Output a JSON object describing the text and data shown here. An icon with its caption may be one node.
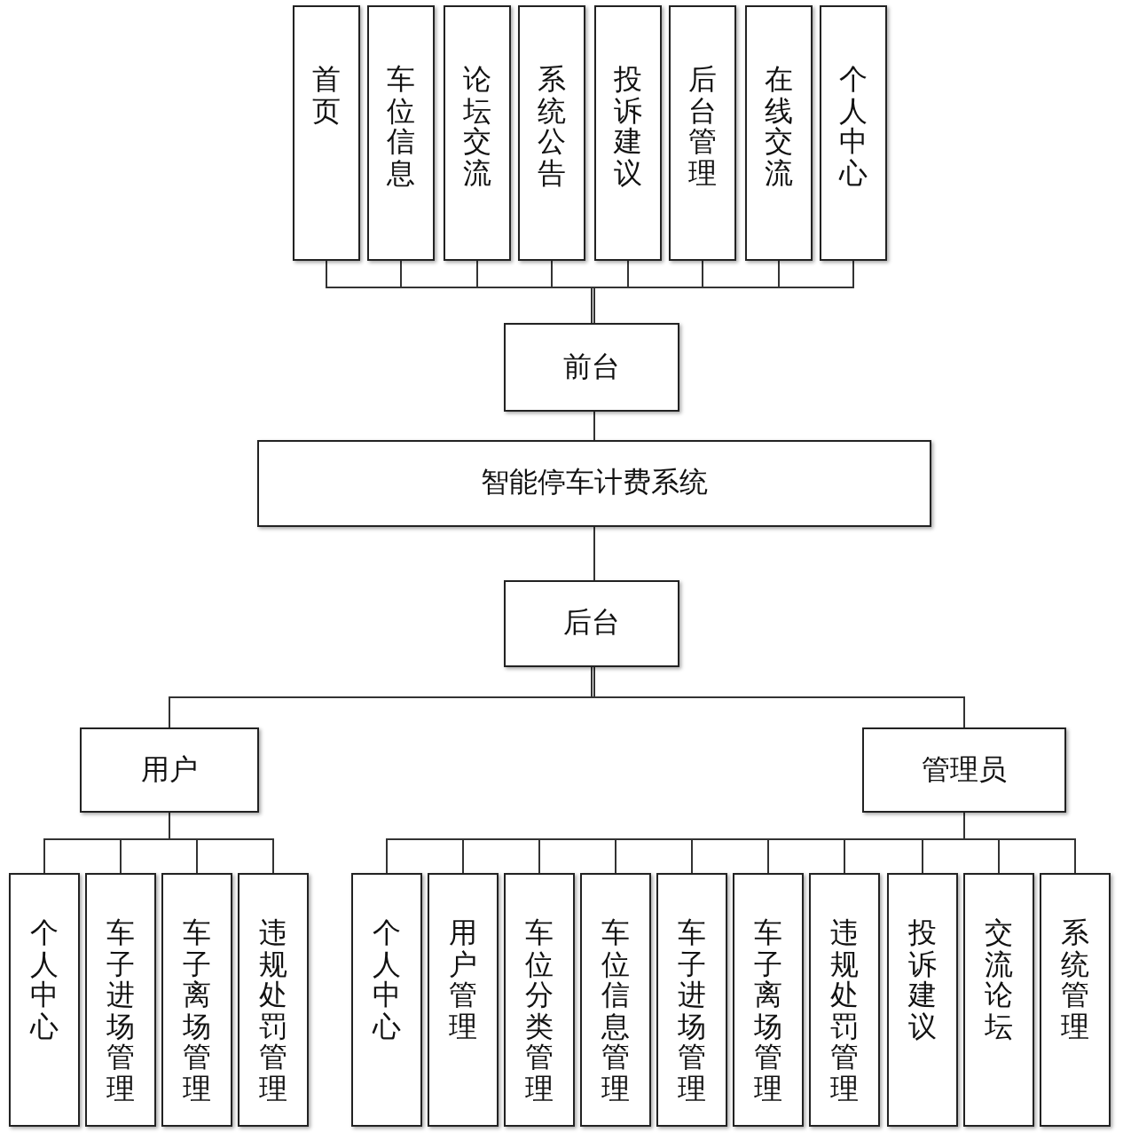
{
  "diagram": {
    "nodes": [
      {
        "text": [
          "首页"
        ]
      },
      {
        "text": [
          "车位信息"
        ]
      },
      {
        "text": [
          "论坛交流"
        ]
      },
      {
        "text": [
          "系统公告"
        ]
      },
      {
        "text": [
          "投诉建议"
        ]
      },
      {
        "text": [
          "后台管理"
        ]
      },
      {
        "text": [
          "在线交流"
        ]
      },
      {
        "text": [
          "个人中心"
        ]
      },
      {
        "text": [
          "前台"
        ]
      },
      {
        "text": [
          "智能停车计费系统"
        ]
      },
      {
        "text": [
          "后台"
        ]
      },
      {
        "text": [
          "用户"
        ]
      },
      {
        "text": [
          "管理员"
        ]
      },
      {
        "text": [
          "个人中心"
        ]
      },
      {
        "text": [
          "车子进场管理"
        ]
      },
      {
        "text": [
          "车子离场管理"
        ]
      },
      {
        "text": [
          "违规处罚管理"
        ]
      },
      {
        "text": [
          "个人中心"
        ]
      },
      {
        "text": [
          "用户管理"
        ]
      },
      {
        "text": [
          "车位分类管理"
        ]
      },
      {
        "text": [
          "车位信息管理"
        ]
      },
      {
        "text": [
          "车子进场管理"
        ]
      },
      {
        "text": [
          "车子离场管理"
        ]
      },
      {
        "text": [
          "违规处罚管理"
        ]
      },
      {
        "text": [
          "投诉建议"
        ]
      },
      {
        "text": [
          "交流论坛"
        ]
      },
      {
        "text": [
          "系统管理"
        ]
      }
    ],
    "edges": [
      {
        "from": 0,
        "to": 8,
        "arrow": "none"
      },
      {
        "from": 1,
        "to": 8,
        "arrow": "none"
      },
      {
        "from": 2,
        "to": 8,
        "arrow": "none"
      },
      {
        "from": 3,
        "to": 8,
        "arrow": "none"
      },
      {
        "from": 4,
        "to": 8,
        "arrow": "none"
      },
      {
        "from": 5,
        "to": 8,
        "arrow": "none"
      },
      {
        "from": 6,
        "to": 8,
        "arrow": "none"
      },
      {
        "from": 7,
        "to": 8,
        "arrow": "none"
      },
      {
        "from": 8,
        "to": 9,
        "arrow": "none"
      },
      {
        "from": 9,
        "to": 10,
        "arrow": "none"
      },
      {
        "from": 10,
        "to": 11,
        "arrow": "none"
      },
      {
        "from": 10,
        "to": 12,
        "arrow": "none"
      },
      {
        "from": 11,
        "to": 13,
        "arrow": "none"
      },
      {
        "from": 11,
        "to": 14,
        "arrow": "none"
      },
      {
        "from": 11,
        "to": 15,
        "arrow": "none"
      },
      {
        "from": 11,
        "to": 16,
        "arrow": "none"
      },
      {
        "from": 12,
        "to": 17,
        "arrow": "none"
      },
      {
        "from": 12,
        "to": 18,
        "arrow": "none"
      },
      {
        "from": 12,
        "to": 19,
        "arrow": "none"
      },
      {
        "from": 12,
        "to": 20,
        "arrow": "none"
      },
      {
        "from": 12,
        "to": 21,
        "arrow": "none"
      },
      {
        "from": 12,
        "to": 22,
        "arrow": "none"
      },
      {
        "from": 12,
        "to": 23,
        "arrow": "none"
      },
      {
        "from": 12,
        "to": 24,
        "arrow": "none"
      },
      {
        "from": 12,
        "to": 25,
        "arrow": "none"
      },
      {
        "from": 12,
        "to": 26,
        "arrow": "none"
      }
    ]
  }
}
